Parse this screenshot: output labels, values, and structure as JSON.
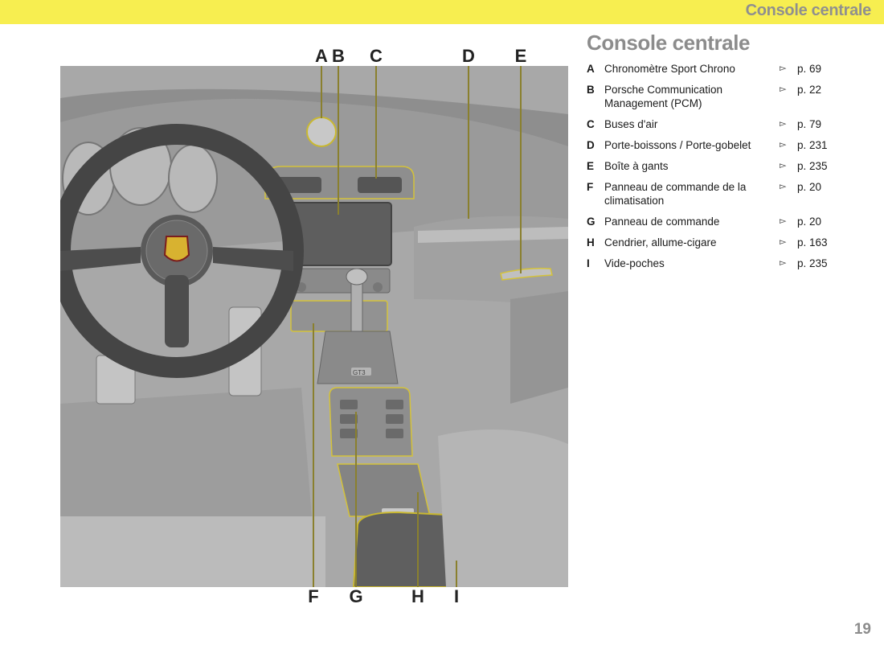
{
  "header": {
    "title": "Console centrale"
  },
  "section": {
    "title": "Console centrale"
  },
  "legend": [
    {
      "letter": "A",
      "text": "Chronomètre Sport Chrono",
      "page": "p. 69"
    },
    {
      "letter": "B",
      "text": "Porsche Communication Management (PCM)",
      "page": "p. 22"
    },
    {
      "letter": "C",
      "text": "Buses d'air",
      "page": "p. 79"
    },
    {
      "letter": "D",
      "text": "Porte-boissons / Porte-gobelet",
      "page": "p. 231"
    },
    {
      "letter": "E",
      "text": "Boîte à gants",
      "page": "p. 235"
    },
    {
      "letter": "F",
      "text": "Panneau de commande de la climatisation",
      "page": "p. 20"
    },
    {
      "letter": "G",
      "text": "Panneau de commande",
      "page": "p. 20"
    },
    {
      "letter": "H",
      "text": "Cendrier, allume-cigare",
      "page": "p. 163"
    },
    {
      "letter": "I",
      "text": "Vide-poches",
      "page": "p. 235"
    }
  ],
  "arrow_glyph": "▻",
  "illustration": {
    "callouts_top": [
      "A",
      "B",
      "C",
      "D",
      "E"
    ],
    "callouts_bottom": [
      "F",
      "G",
      "H",
      "I"
    ],
    "badge_text": "GT3"
  },
  "page_number": "19"
}
